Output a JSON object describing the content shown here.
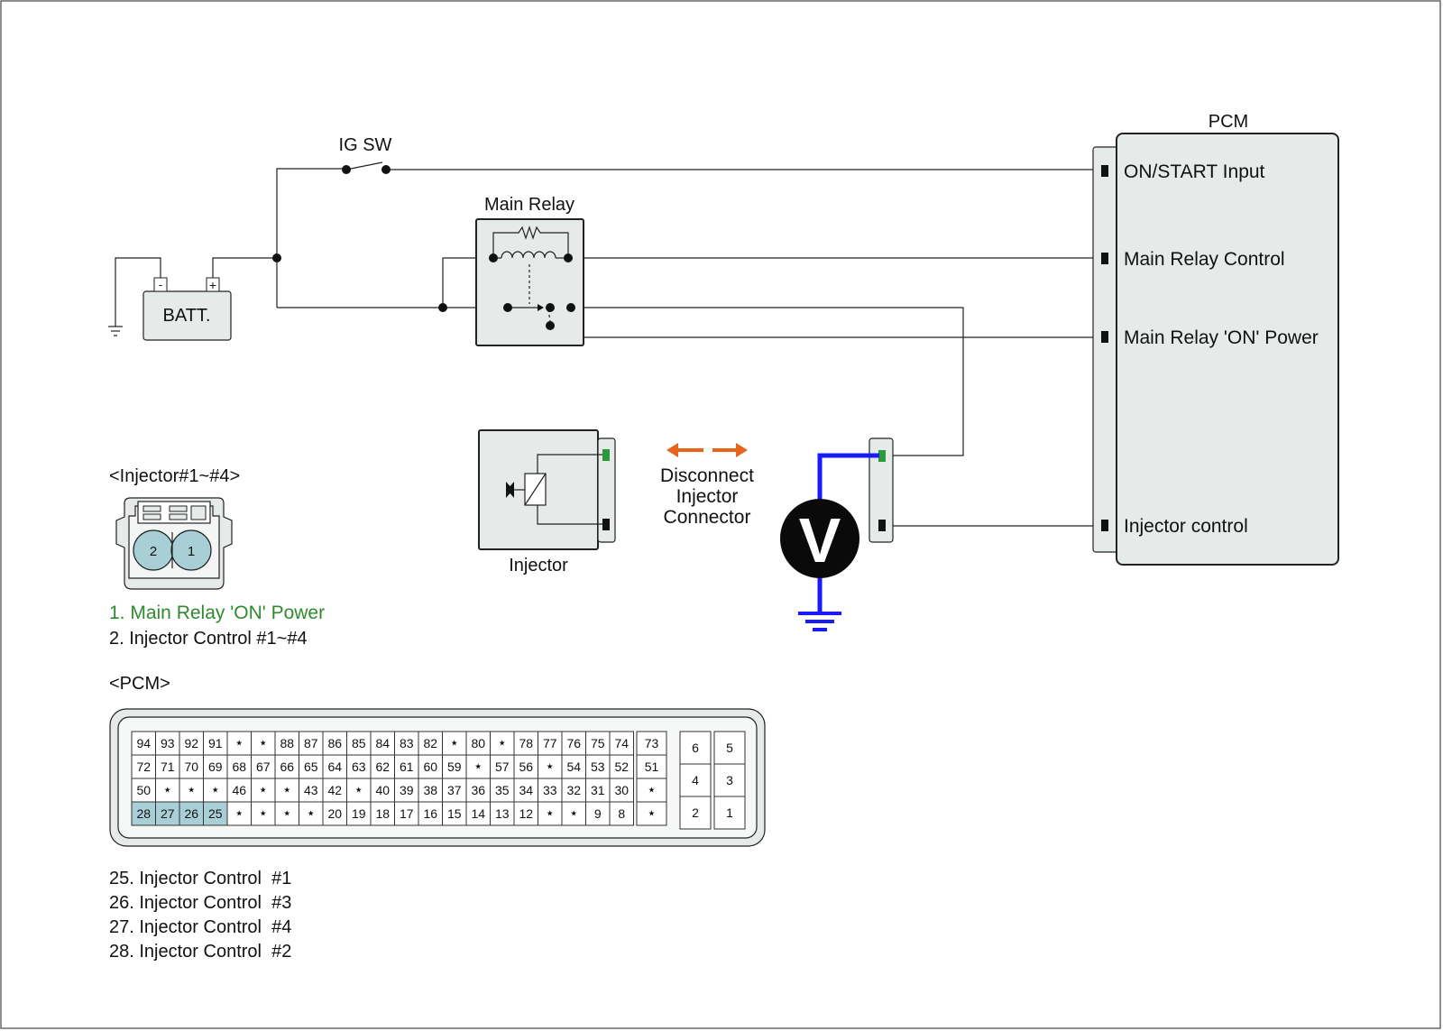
{
  "labels": {
    "pcm_title": "PCM",
    "ig_sw": "IG SW",
    "main_relay": "Main Relay",
    "batt": "BATT.",
    "batt_minus": "-",
    "batt_plus": "+",
    "injector": "Injector",
    "disconnect": [
      "Disconnect",
      "Injector",
      "Connector"
    ],
    "voltmeter": "V",
    "pcm_pins": [
      "ON/START Input",
      "Main Relay Control",
      "Main Relay 'ON' Power",
      "Injector control"
    ]
  },
  "injector_connector": {
    "title": "<Injector#1~#4>",
    "pins": [
      "2",
      "1"
    ],
    "legend": [
      "1. Main Relay 'ON' Power",
      "2. Injector Control #1~#4"
    ]
  },
  "pcm_connector": {
    "title": "<PCM>",
    "main_rows": [
      [
        "94",
        "93",
        "92",
        "91",
        "*",
        "*",
        "88",
        "87",
        "86",
        "85",
        "84",
        "83",
        "82",
        "*",
        "80",
        "*",
        "78",
        "77",
        "76",
        "75",
        "74"
      ],
      [
        "72",
        "71",
        "70",
        "69",
        "68",
        "67",
        "66",
        "65",
        "64",
        "63",
        "62",
        "61",
        "60",
        "59",
        "*",
        "57",
        "56",
        "*",
        "54",
        "53",
        "52"
      ],
      [
        "50",
        "*",
        "*",
        "*",
        "46",
        "*",
        "*",
        "43",
        "42",
        "*",
        "40",
        "39",
        "38",
        "37",
        "36",
        "35",
        "34",
        "33",
        "32",
        "31",
        "30"
      ],
      [
        "28",
        "27",
        "26",
        "25",
        "*",
        "*",
        "*",
        "*",
        "20",
        "19",
        "18",
        "17",
        "16",
        "15",
        "14",
        "13",
        "12",
        "*",
        "*",
        "9",
        "8"
      ]
    ],
    "side_column": [
      "73",
      "51",
      "*",
      "*"
    ],
    "small_block": [
      [
        "6",
        "5"
      ],
      [
        "4",
        "3"
      ],
      [
        "2",
        "1"
      ]
    ],
    "highlighted": [
      "28",
      "27",
      "26",
      "25"
    ],
    "legend": [
      "25. Injector Control  #1",
      "26. Injector Control  #3",
      "27. Injector Control  #4",
      "28. Injector Control  #2"
    ]
  },
  "colors": {
    "line": "#1a1a1a",
    "component_fill": "#e6ebea",
    "pin_highlight": "#a8cfd6",
    "measure_wire": "#1a1aff",
    "arrow": "#e8641c",
    "active_pin": "#2a9a3a",
    "legend_green": "#2f8a2f"
  }
}
